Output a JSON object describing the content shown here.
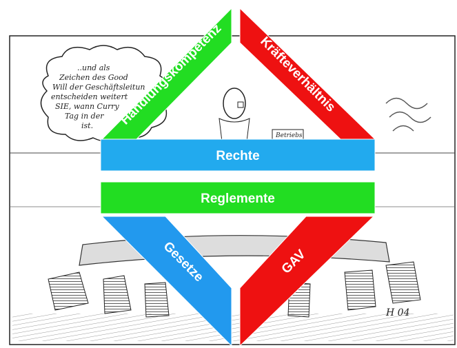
{
  "cartoon": {
    "speech_lines": [
      "..und als",
      "Zeichen des Good",
      "Will der Geschäftsleitun",
      "entscheiden weitert",
      "SIE, wann Curry",
      "Tag in der",
      "ist."
    ],
    "sign_text": "Betriebs",
    "signature": "H 04"
  },
  "diagram": {
    "top_left": {
      "label": "Handlungskompetenz",
      "color": "#22dd22"
    },
    "top_right": {
      "label": "Kräfteverhältnis",
      "color": "#ee1111"
    },
    "middle_upper": {
      "label": "Rechte",
      "color": "#22aaee"
    },
    "middle_lower": {
      "label": "Reglemente",
      "color": "#22dd22"
    },
    "bottom_left": {
      "label": "Gesetze",
      "color": "#2299ee"
    },
    "bottom_right": {
      "label": "GAV",
      "color": "#ee1111"
    }
  }
}
